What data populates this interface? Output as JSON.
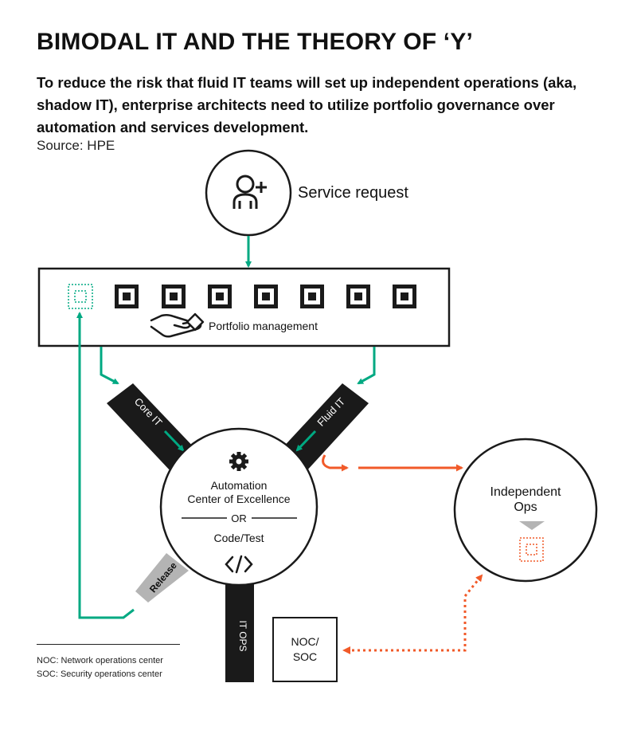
{
  "header": {
    "title": "BIMODAL IT AND THE THEORY OF ‘Y’",
    "subtitle": "To reduce the risk that fluid IT teams will set up independent operations (aka, shadow IT), enterprise architects need to utilize portfolio governance over automation and services development.",
    "source": "Source: HPE"
  },
  "diagram": {
    "service_request": "Service request",
    "portfolio_management": "Portfolio management",
    "core_it": "Core IT",
    "fluid_it": "Fluid IT",
    "center_line1": "Automation",
    "center_line2": "Center of Excellence",
    "center_or": "OR",
    "center_code": "Code/Test",
    "release": "Release",
    "it_ops": "IT OPS",
    "independent_line1": "Independent",
    "independent_line2": "Ops",
    "noc_line1": "NOC/",
    "noc_line2": "SOC"
  },
  "footnotes": {
    "noc": "NOC: Network operations center",
    "soc": "SOC: Security operations center"
  },
  "colors": {
    "green": "#00a982",
    "orange": "#f15a29",
    "black": "#1a1a1a",
    "gray": "#b4b4b4"
  }
}
